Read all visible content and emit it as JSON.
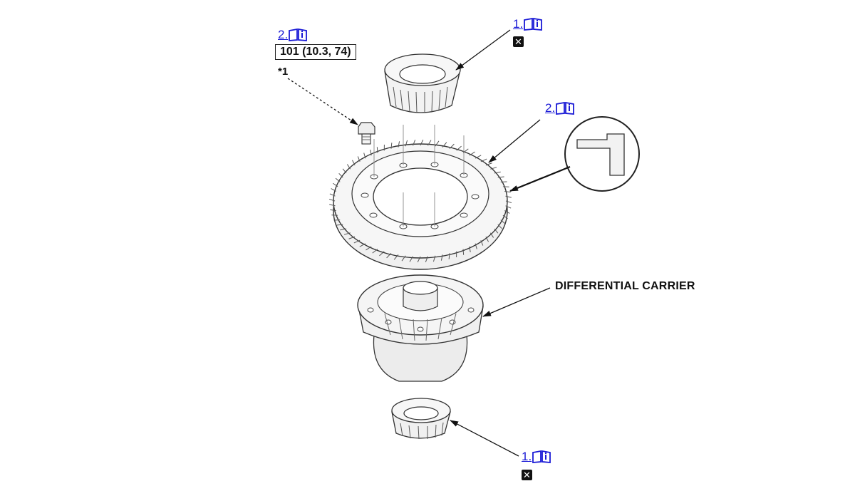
{
  "refs": {
    "upper_bearing": {
      "num": "1.",
      "icon": "info-book-icon"
    },
    "bolt": {
      "num": "2.",
      "icon": "info-book-icon"
    },
    "ring_gear": {
      "num": "2.",
      "icon": "info-book-icon"
    },
    "lower_bearing": {
      "num": "1.",
      "icon": "info-book-icon"
    }
  },
  "replace_icon": {
    "glyph": "✕",
    "name": "replace-part-icon"
  },
  "torque_spec": "101 (10.3, 74)",
  "note_mark": "*1",
  "part_label": "DIFFERENTIAL CARRIER",
  "colors": {
    "link": "#1a1ad6",
    "line": "#222222",
    "part_fill": "#f4f4f4"
  }
}
